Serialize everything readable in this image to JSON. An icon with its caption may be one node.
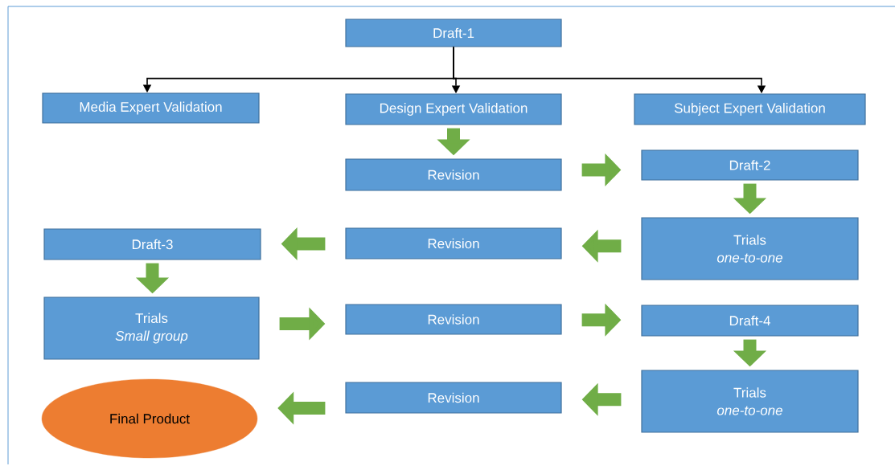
{
  "diagram": {
    "nodes": [
      {
        "text": [
          "Draft-1"
        ]
      },
      {
        "text": [
          "Media Expert Validation"
        ]
      },
      {
        "text": [
          "Design Expert Validation"
        ]
      },
      {
        "text": [
          "Subject Expert Validation"
        ]
      },
      {
        "text": [
          "Revision"
        ]
      },
      {
        "text": [
          "Draft-2"
        ]
      },
      {
        "text": [
          "Draft-3"
        ]
      },
      {
        "text": [
          "Revision"
        ]
      },
      {
        "text": [
          "Trials",
          "one-to-one"
        ]
      },
      {
        "text": [
          "Trials",
          "Small group"
        ]
      },
      {
        "text": [
          "Revision"
        ]
      },
      {
        "text": [
          "Draft-4"
        ]
      },
      {
        "text": [
          "Final Product"
        ]
      },
      {
        "text": [
          "Revision"
        ]
      },
      {
        "text": [
          "Trials",
          "one-to-one"
        ]
      }
    ],
    "edges": [
      {
        "from": 0,
        "to": 1,
        "arrow": "to",
        "color": "#000000"
      },
      {
        "from": 0,
        "to": 2,
        "arrow": "to",
        "color": "#000000"
      },
      {
        "from": 0,
        "to": 3,
        "arrow": "to",
        "color": "#000000"
      },
      {
        "from": 2,
        "to": 4,
        "arrow": "to"
      },
      {
        "from": 4,
        "to": 5,
        "arrow": "to"
      },
      {
        "from": 5,
        "to": 8,
        "arrow": "to"
      },
      {
        "from": 8,
        "to": 7,
        "arrow": "to"
      },
      {
        "from": 7,
        "to": 6,
        "arrow": "to"
      },
      {
        "from": 6,
        "to": 9,
        "arrow": "to"
      },
      {
        "from": 9,
        "to": 10,
        "arrow": "to"
      },
      {
        "from": 10,
        "to": 11,
        "arrow": "to"
      },
      {
        "from": 11,
        "to": 14,
        "arrow": "to"
      },
      {
        "from": 14,
        "to": 13,
        "arrow": "to"
      },
      {
        "from": 13,
        "to": 12,
        "arrow": "to"
      }
    ]
  }
}
